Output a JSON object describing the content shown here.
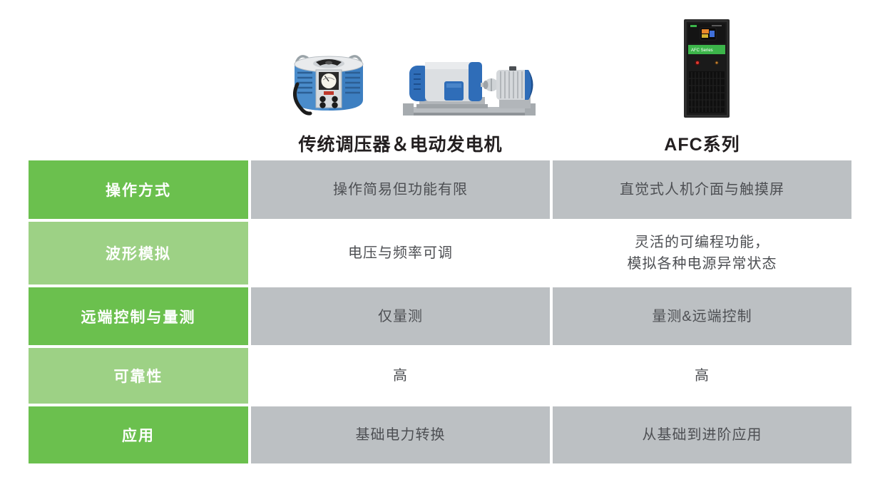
{
  "colors": {
    "row_green_dark": "#6bc04e",
    "row_green_light": "#9dd185",
    "cell_gray": "#bcc0c3",
    "cell_white": "#ffffff",
    "label_text": "#ffffff",
    "cell_text": "#4d4f53",
    "title_text": "#231f20",
    "afc_band_green": "#3cb54a",
    "device_blue": "#2f6db8"
  },
  "header": {
    "columns": [
      {
        "title": "传统调压器＆电动发电机"
      },
      {
        "title": "AFC系列"
      }
    ],
    "images": {
      "variac": "traditional-variac-with-analog-meter",
      "motor_generator": "motor-generator-set",
      "afc_cabinet": {
        "band_label": "AFC Series"
      }
    }
  },
  "table": {
    "rows": [
      {
        "label": "操作方式",
        "traditional": "操作简易但功能有限",
        "afc": "直觉式人机介面与触摸屏"
      },
      {
        "label": "波形模拟",
        "traditional": "电压与频率可调",
        "afc": "灵活的可编程功能，\n模拟各种电源异常状态"
      },
      {
        "label": "远端控制与量测",
        "traditional": "仅量测",
        "afc": "量测&远端控制"
      },
      {
        "label": "可靠性",
        "traditional": "高",
        "afc": "高"
      },
      {
        "label": "应用",
        "traditional": "基础电力转换",
        "afc": "从基础到进阶应用"
      }
    ]
  }
}
